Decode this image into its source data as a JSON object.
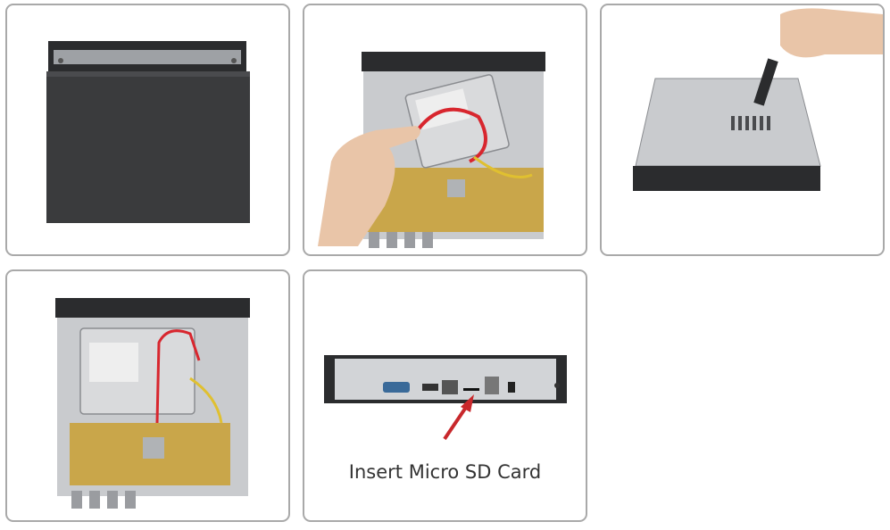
{
  "steps": [
    {
      "id": "open-cover"
    },
    {
      "id": "connect-hdd-cables"
    },
    {
      "id": "fasten-screws"
    },
    {
      "id": "hdd-installed"
    },
    {
      "id": "insert-sd-card",
      "caption": "Insert Micro SD Card"
    }
  ],
  "colors": {
    "border": "#a9a9a9",
    "cover": "#3a3b3d",
    "chassis": "#c9cbce",
    "pcb": "#c9a64a",
    "sata_red": "#d8262e",
    "arrow": "#c8282c",
    "caption": "#333333"
  }
}
